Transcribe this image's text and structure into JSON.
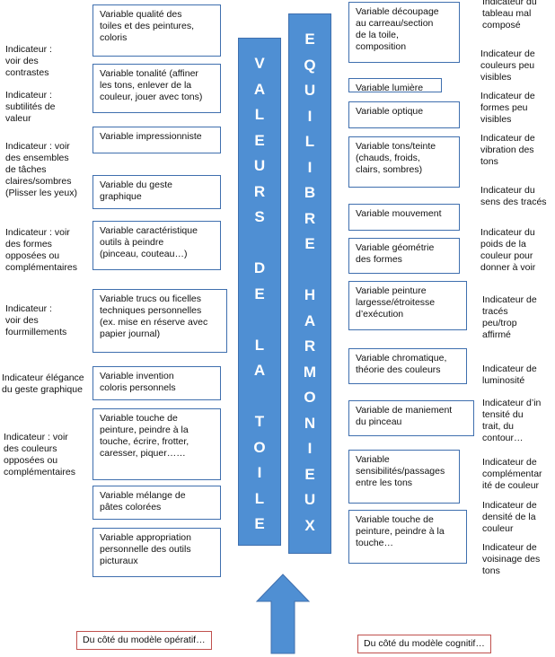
{
  "left_indicators": [
    "Indicateur :\nvoir des\ncontrastes",
    "Indicateur :\nsubtilités de\nvaleur",
    "Indicateur : voir\ndes ensembles\nde tâches\nclaires/sombres\n(Plisser les yeux)",
    "Indicateur : voir\ndes formes\nopposées ou\ncomplémentaires",
    "Indicateur :\nvoir des\nfourmillements",
    "Indicateur élégance\ndu geste graphique",
    "Indicateur : voir\ndes couleurs\nopposées ou\ncomplémentaires"
  ],
  "left_variables": [
    "Variable qualité des\ntoiles et des peintures,\ncoloris",
    "Variable tonalité (affiner\nles tons, enlever de la\ncouleur, jouer avec tons)",
    "Variable impressionniste",
    "Variable du geste\ngraphique",
    "Variable caractéristique\noutils à peindre\n(pinceau, couteau…)",
    "Variable trucs ou ficelles\ntechniques personnelles\n(ex. mise en réserve avec\npapier journal)",
    "Variable invention\ncoloris personnels",
    "Variable touche de\npeinture, peindre à la\ntouche, écrire, frotter,\ncaresser, piquer……",
    "Variable mélange de\npâtes colorées",
    "Variable appropriation\npersonnelle des outils\npicturaux"
  ],
  "center_left_column": [
    "V",
    "A",
    "L",
    "E",
    "U",
    "R",
    "S",
    "",
    "D",
    "E",
    "",
    "L",
    "A",
    "",
    "T",
    "O",
    "I",
    "L",
    "E"
  ],
  "center_right_column": [
    "E",
    "Q",
    "U",
    "I",
    "L",
    "I",
    "B",
    "R",
    "E",
    "",
    "H",
    "A",
    "R",
    "M",
    "O",
    "N",
    "I",
    "E",
    "U",
    "X"
  ],
  "right_variables": [
    "Variable découpage\nau carreau/section\nde la toile,\ncomposition",
    "Variable lumière",
    "Variable optique",
    "Variable tons/teinte\n(chauds, froids,\nclairs, sombres)",
    "Variable mouvement",
    "Variable géométrie\ndes formes",
    "Variable peinture\nlargesse/étroitesse\nd’exécution",
    "Variable chromatique,\nthéorie des couleurs",
    "Variable de maniement\ndu pinceau",
    "Variable\nsensibilités/passages\nentre les tons",
    "Variable touche de\npeinture, peindre à la\ntouche…"
  ],
  "right_indicators": [
    "Indicateur du\ntableau mal\ncomposé",
    "Indicateur de\ncouleurs peu\nvisibles",
    "Indicateur de\nformes peu\nvisibles",
    "Indicateur de\nvibration des\ntons",
    "Indicateur du\nsens des tracés",
    "Indicateur du\npoids de la\ncouleur pour\ndonner à voir",
    "Indicateur de\ntracés\npeu/trop\naffirmé",
    "Indicateur de\nluminosité",
    "Indicateur d’in\ntensité du\ntrait, du\ncontour…",
    "Indicateur de\ncomplémentar\nité de couleur",
    "Indicateur de\ndensité de la\ncouleur",
    "Indicateur de\nvoisinage des\ntons"
  ],
  "footer": {
    "left": "Du côté du modèle opératif…",
    "right": "Du côté du modèle cognitif…"
  },
  "colors": {
    "column_fill": "#4f8fd3",
    "box_border": "#3f6fae",
    "footer_border": "#c0504d"
  }
}
